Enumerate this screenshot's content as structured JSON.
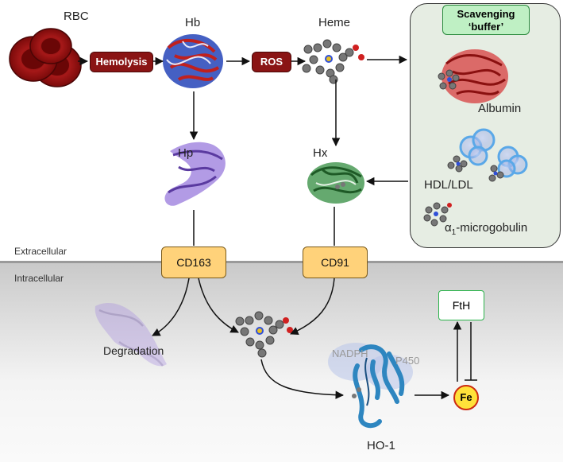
{
  "labels": {
    "rbc": "RBC",
    "hb": "Hb",
    "heme": "Heme",
    "hp": "Hp",
    "hx": "Hx",
    "albumin": "Albumin",
    "hdl_ldl": "HDL/LDL",
    "alpha_greek": "α",
    "alpha_sub": "1",
    "alpha_rest": "-microgobulin",
    "extracellular": "Extracellular",
    "intracellular": "Intracellular",
    "degradation": "Degradation",
    "nadph": "NADPH",
    "p450": "P450",
    "ho1": "HO-1"
  },
  "process_steps": {
    "hemolysis": "Hemolysis",
    "ros": "ROS"
  },
  "scavenging": {
    "title_line1": "Scavenging",
    "title_line2": "‘buffer’"
  },
  "receptors": {
    "cd163": "CD163",
    "cd91": "CD91"
  },
  "iron": {
    "fth": "FtH",
    "fe": "Fe"
  },
  "colors": {
    "rbc_red": "#9b1010",
    "hemolysis_pill": "#8a1414",
    "receptor_fill": "#ffd27a",
    "scavenging_panel": "#e6ede3",
    "scavenging_title": "#bff0c4",
    "hb_blue": "#1e3ca8",
    "hp_purple": "#9b7ad8",
    "hx_green": "#2f7a3a",
    "ho1_blue": "#3a8fc8",
    "fe_yellow": "#ffe23a",
    "fth_border": "#2bb34a"
  }
}
